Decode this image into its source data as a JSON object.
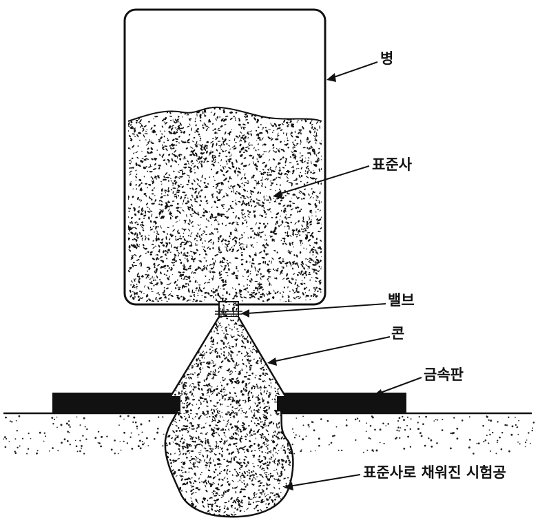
{
  "labels": {
    "bottle": "병",
    "standard_sand": "표준사",
    "valve": "밸브",
    "cone": "콘",
    "metal_plate": "금속판",
    "test_hole": "표준사로 채워진 시험공"
  },
  "colors": {
    "ink": "#111111",
    "background": "#ffffff"
  }
}
